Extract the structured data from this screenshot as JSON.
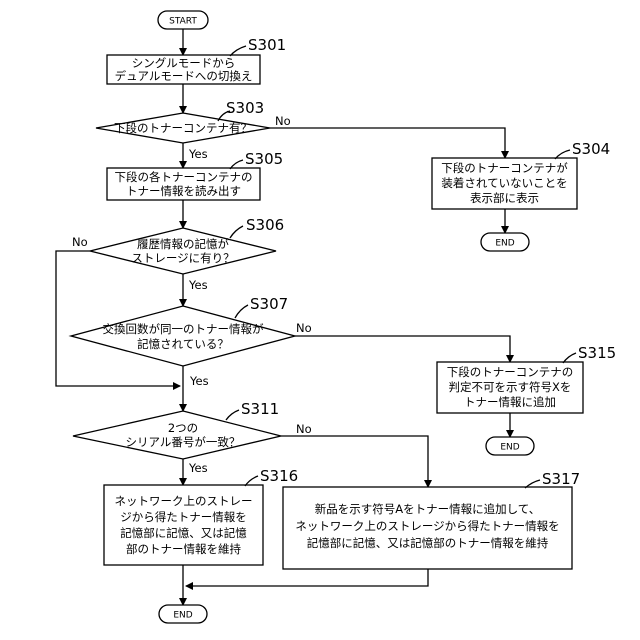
{
  "nodes": {
    "start": "START",
    "s301": {
      "line1": "シングルモードから",
      "line2": "デュアルモードへの切換え"
    },
    "s303": {
      "line1": "下段のトナーコンテナ有？"
    },
    "s305": {
      "line1": "下段の各トナーコンテナの",
      "line2": "トナー情報を読み出す"
    },
    "s306": {
      "line1": "履歴情報の記憶が",
      "line2": "ストレージに有り？"
    },
    "s307": {
      "line1": "交換回数が同一のトナー情報が",
      "line2": "記憶されている？"
    },
    "s311": {
      "line1": "2つの",
      "line2": "シリアル番号が一致？"
    },
    "s316": {
      "line1": "ネットワーク上のストレー",
      "line2": "ジから得たトナー情報を",
      "line3": "記憶部に記憶、又は記憶",
      "line4": "部のトナー情報を維持"
    },
    "s317": {
      "line1": "新品を示す符号Aをトナー情報に追加して、",
      "line2": "ネットワーク上のストレージから得たトナー情報を",
      "line3": "記憶部に記憶、又は記憶部のトナー情報を維持"
    },
    "s304": {
      "line1": "下段のトナーコンテナが",
      "line2": "装着されていないことを",
      "line3": "表示部に表示"
    },
    "s315": {
      "line1": "下段のトナーコンテナの",
      "line2": "判定不可を示す符号Xを",
      "line3": "トナー情報に追加"
    },
    "end_s304": "END",
    "end_s315": "END",
    "end_main": "END"
  },
  "steps": {
    "s301": "S301",
    "s303": "S303",
    "s304": "S304",
    "s305": "S305",
    "s306": "S306",
    "s307": "S307",
    "s311": "S311",
    "s315": "S315",
    "s316": "S316",
    "s317": "S317"
  },
  "branch_labels": {
    "s303_yes": "Yes",
    "s303_no": "No",
    "s306_yes": "Yes",
    "s306_no": "No",
    "s307_yes": "Yes",
    "s307_no": "No",
    "s311_yes": "Yes",
    "s311_no": "No"
  }
}
